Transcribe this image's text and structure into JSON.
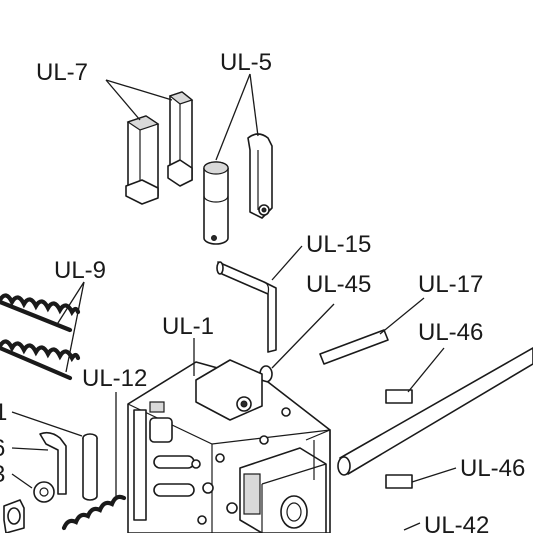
{
  "callouts": {
    "ul7": "UL-7",
    "ul5": "UL-5",
    "ul15": "UL-15",
    "ul9": "UL-9",
    "ul45": "UL-45",
    "ul17": "UL-17",
    "ul1": "UL-1",
    "ul46a": "UL-46",
    "ul12": "UL-12",
    "ul46b": "UL-46",
    "ul42": "UL-42",
    "cut_left_1": "1",
    "cut_left_2": "6",
    "cut_left_3": "3"
  }
}
